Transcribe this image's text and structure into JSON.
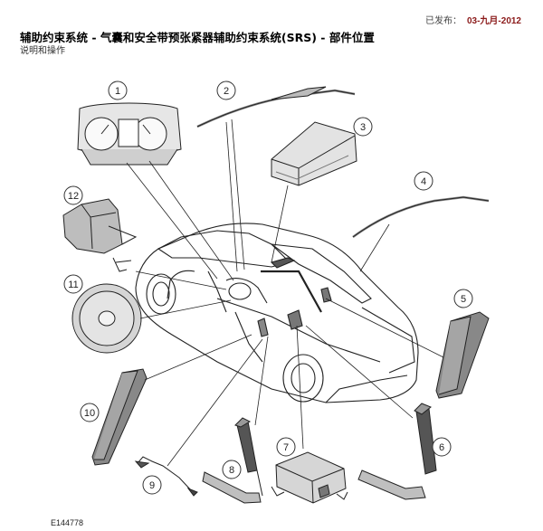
{
  "header": {
    "published_label": "已发布：",
    "published_date": "03-九月-2012",
    "title": "辅助约束系统 - 气囊和安全带预张紧器辅助约束系统(SRS) - 部件位置",
    "subtitle": "说明和操作"
  },
  "figure_id": "E144778",
  "callouts": [
    "1",
    "2",
    "3",
    "4",
    "5",
    "6",
    "7",
    "8",
    "9",
    "10",
    "11",
    "12"
  ],
  "colors": {
    "line": "#222222",
    "part_fill": "#d9d9d9",
    "part_dark": "#6f6f6f"
  }
}
